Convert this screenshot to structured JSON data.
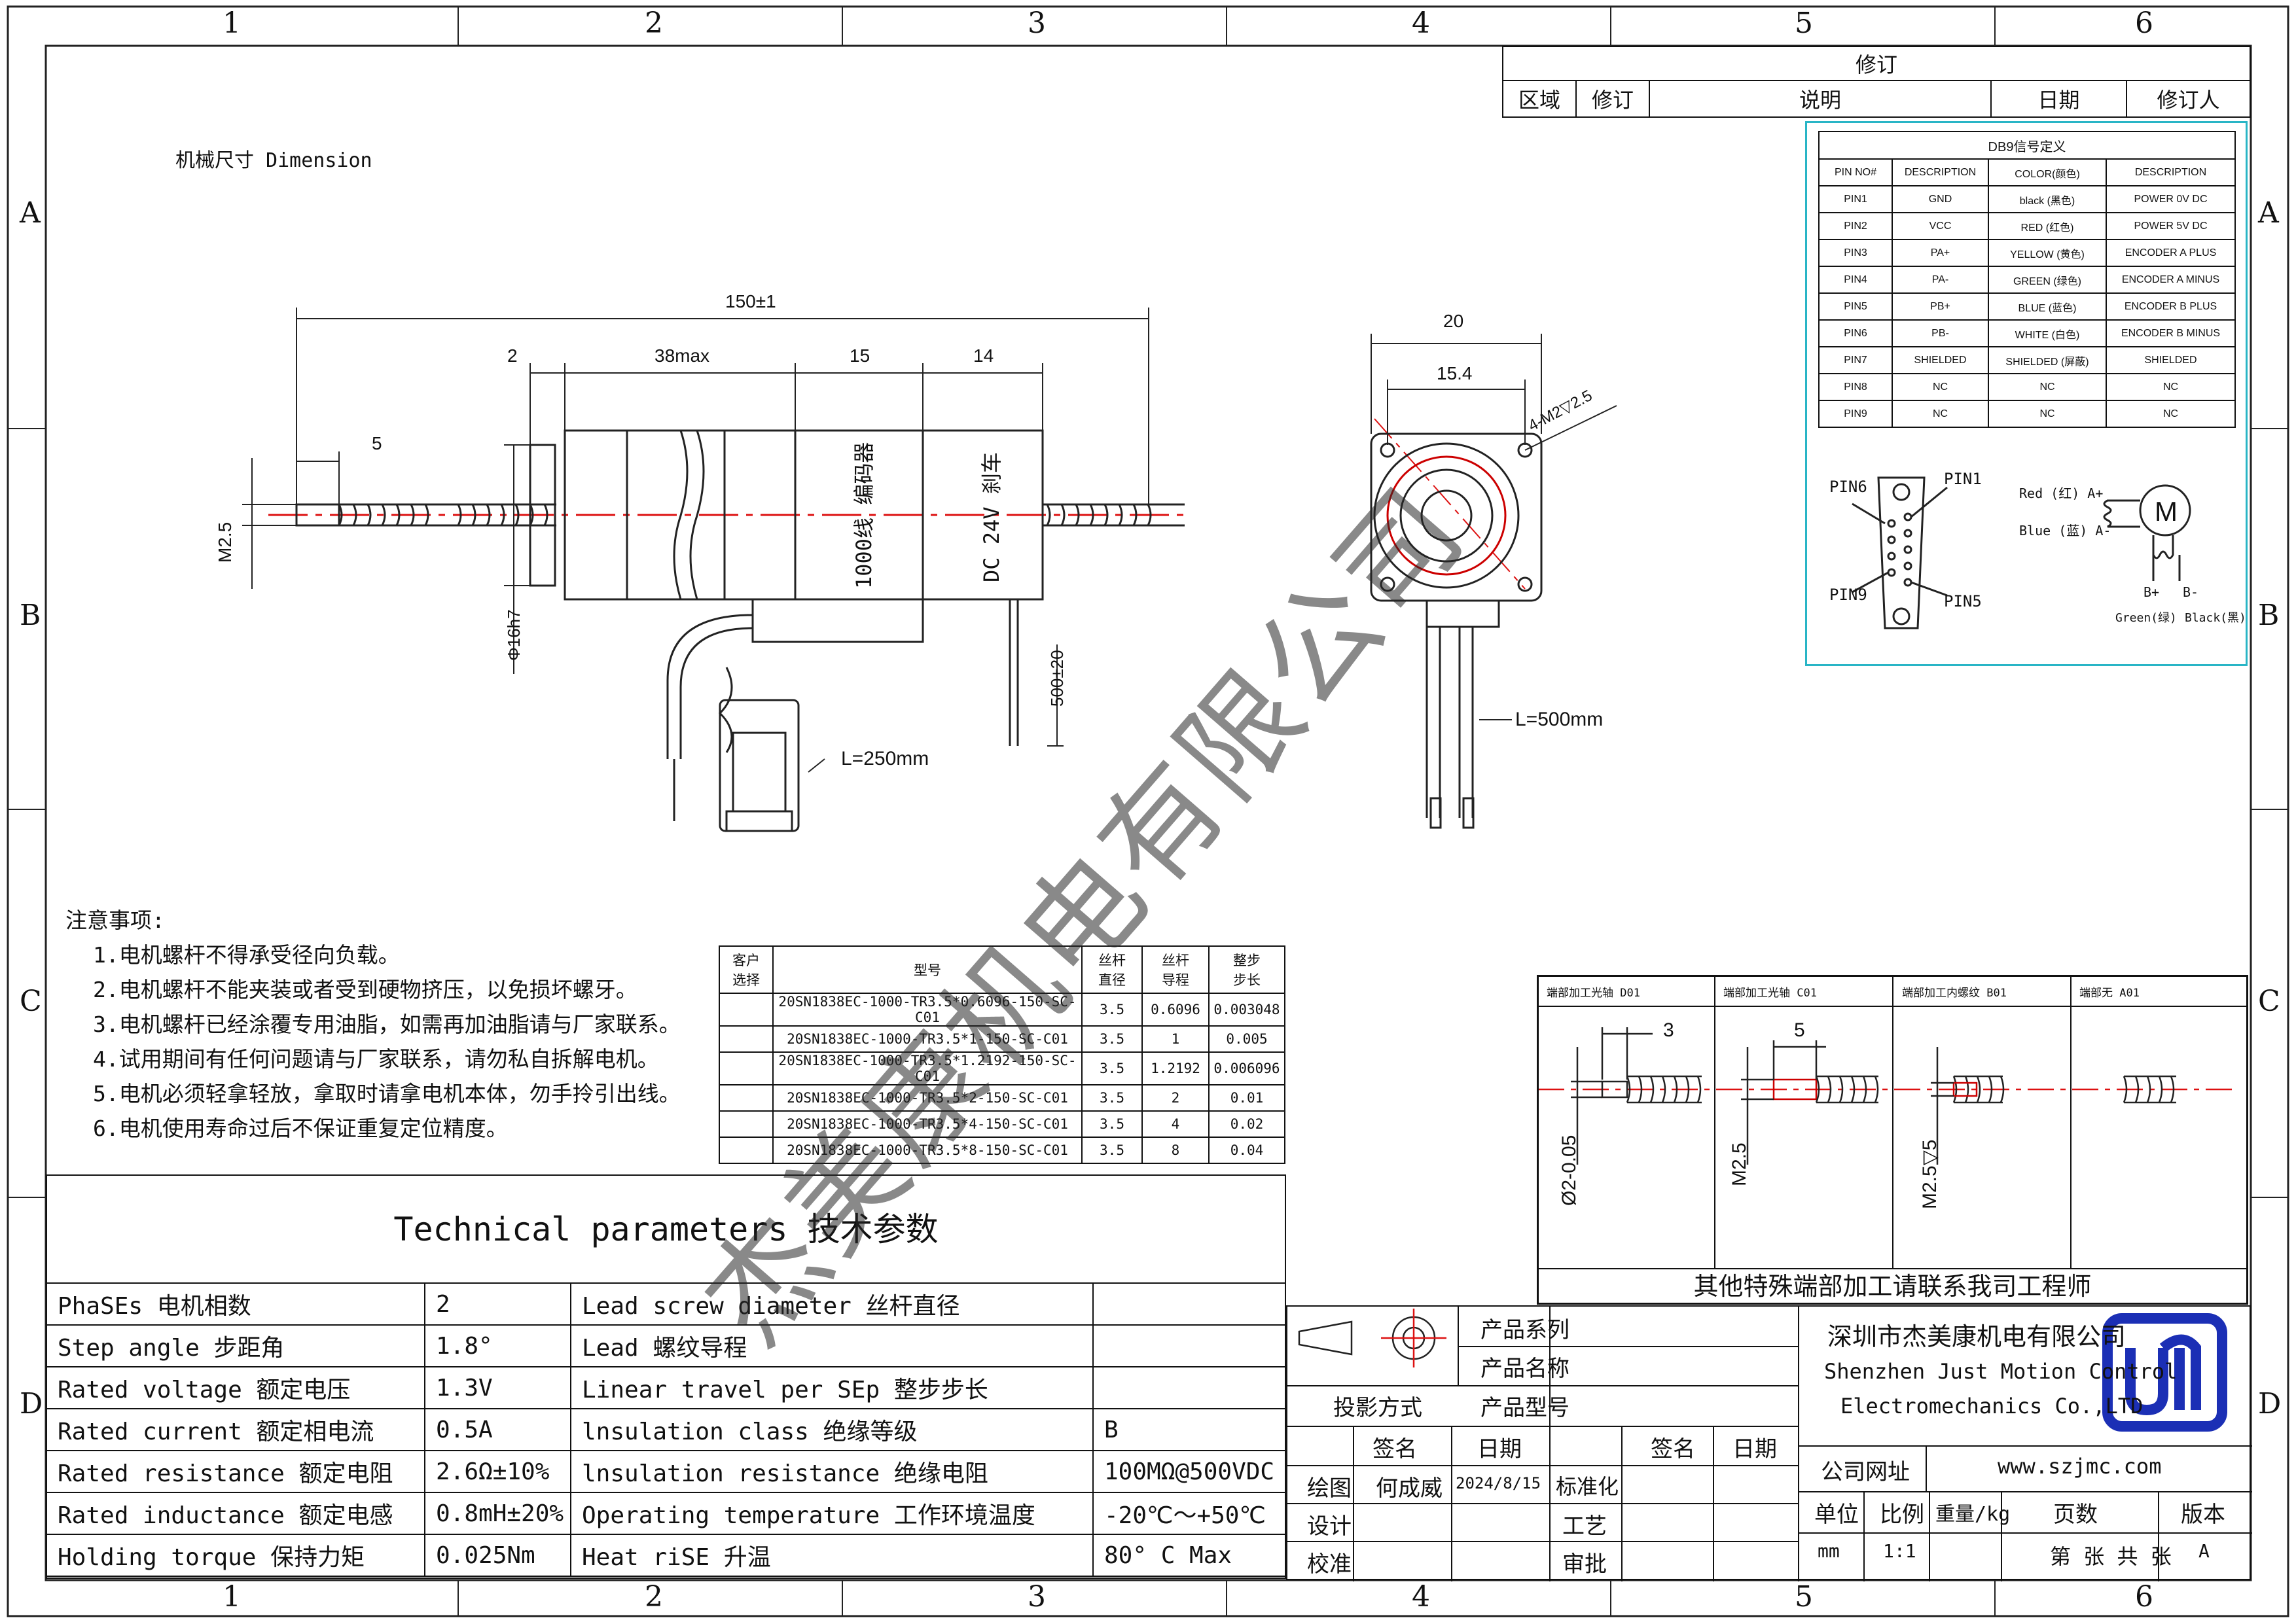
{
  "frame": {
    "column_numbers": [
      "1",
      "2",
      "3",
      "4",
      "5",
      "6"
    ],
    "row_letters": [
      "A",
      "B",
      "C",
      "D"
    ]
  },
  "revision": {
    "title": "修订",
    "headers": [
      "区域",
      "修订",
      "说明",
      "日期",
      "修订人"
    ]
  },
  "dimension_title": "机械尺寸 Dimension",
  "drawing": {
    "dims": {
      "overall": "150±1",
      "flange": "2",
      "body": "38max",
      "encoder": "15",
      "brake": "14",
      "tip": "5",
      "thread": "M2.5",
      "shaft_dia": "Φ16h7",
      "lead_len": "500±20",
      "cable_len": "L=250mm",
      "side_width": "20",
      "side_pcd": "15.4",
      "side_holes": "4-M2▽2.5",
      "side_cable": "L=500mm"
    },
    "encoder_label": "1000线 编码器",
    "brake_label": "DC 24V 刹车"
  },
  "db9": {
    "title": "DB9信号定义",
    "headers": [
      "PIN NO#",
      "DESCRIPTION",
      "COLOR(颜色)",
      "DESCRIPTION"
    ],
    "rows": [
      [
        "PIN1",
        "GND",
        "black (黑色)",
        "POWER 0V DC"
      ],
      [
        "PIN2",
        "VCC",
        "RED (红色)",
        "POWER 5V DC"
      ],
      [
        "PIN3",
        "PA+",
        "YELLOW (黄色)",
        "ENCODER A PLUS"
      ],
      [
        "PIN4",
        "PA-",
        "GREEN (绿色)",
        "ENCODER A MINUS"
      ],
      [
        "PIN5",
        "PB+",
        "BLUE (蓝色)",
        "ENCODER B PLUS"
      ],
      [
        "PIN6",
        "PB-",
        "WHITE (白色)",
        "ENCODER B MINUS"
      ],
      [
        "PIN7",
        "SHIELDED",
        "SHIELDED (屏蔽)",
        "SHIELDED"
      ],
      [
        "PIN8",
        "NC",
        "NC",
        "NC"
      ],
      [
        "PIN9",
        "NC",
        "NC",
        "NC"
      ]
    ],
    "connector_labels": {
      "pin6": "PIN6",
      "pin1": "PIN1",
      "pin9": "PIN9",
      "pin5": "PIN5"
    },
    "motor_labels": {
      "red": "Red (红) A+",
      "blue": "Blue (蓝) A-",
      "m": "M",
      "bplus": "B+",
      "bminus": "B-",
      "green": "Green(绿)",
      "black": "Black(黑)"
    }
  },
  "notes": {
    "title": "注意事项:",
    "items": [
      "1.电机螺杆不得承受径向负载。",
      "2.电机螺杆不能夹装或者受到硬物挤压，以免损坏螺牙。",
      "3.电机螺杆已经涂覆专用油脂，如需再加油脂请与厂家联系。",
      "4.试用期间有任何问题请与厂家联系，请勿私自拆解电机。",
      "5.电机必须轻拿轻放，拿取时请拿电机本体，勿手拎引出线。",
      "6.电机使用寿命过后不保证重复定位精度。"
    ]
  },
  "models": {
    "headers": [
      "客户\n选择",
      "型号",
      "丝杆\n直径",
      "丝杆\n导程",
      "整步\n步长"
    ],
    "rows": [
      [
        "",
        "20SN1838EC-1000-TR3.5*0.6096-150-SC-C01",
        "3.5",
        "0.6096",
        "0.003048"
      ],
      [
        "",
        "20SN1838EC-1000-TR3.5*1-150-SC-C01",
        "3.5",
        "1",
        "0.005"
      ],
      [
        "",
        "20SN1838EC-1000-TR3.5*1.2192-150-SC-C01",
        "3.5",
        "1.2192",
        "0.006096"
      ],
      [
        "",
        "20SN1838EC-1000-TR3.5*2-150-SC-C01",
        "3.5",
        "2",
        "0.01"
      ],
      [
        "",
        "20SN1838EC-1000-TR3.5*4-150-SC-C01",
        "3.5",
        "4",
        "0.02"
      ],
      [
        "",
        "20SN1838EC-1000-TR3.5*8-150-SC-C01",
        "3.5",
        "8",
        "0.04"
      ]
    ]
  },
  "ends": {
    "headers": [
      "端部加工光轴 D01",
      "端部加工光轴 C01",
      "端部加工内螺纹 B01",
      "端部无 A01"
    ],
    "dims": {
      "d01_len": "3",
      "d01_dia": "Ø2-0.05",
      "c01_len": "5",
      "c01_dia": "M2.5",
      "b01_dia": "M2.5▽5"
    },
    "footer": "其他特殊端部加工请联系我司工程师"
  },
  "tech": {
    "title": "Technical parameters 技术参数",
    "rows": [
      [
        "PhaSEs  电机相数",
        "2",
        "Lead screw diameter 丝杆直径",
        ""
      ],
      [
        "Step angle 步距角",
        "1.8°",
        "Lead 螺纹导程",
        ""
      ],
      [
        "Rated voltage 额定电压",
        "1.3V",
        "Linear travel per SEp 整步步长",
        ""
      ],
      [
        "Rated current 额定相电流",
        "0.5A",
        "lnsulation class 绝缘等级",
        "B"
      ],
      [
        "Rated resistance 额定电阻",
        "2.6Ω±10%",
        "lnsulation resistance 绝缘电阻",
        "100MΩ@500VDC"
      ],
      [
        "Rated inductance 额定电感",
        "0.8mH±20%",
        "Operating temperature 工作环境温度",
        "-20℃～+50℃"
      ],
      [
        "Holding torque 保持力矩",
        "0.025Nm",
        "Heat riSE 升温",
        "80° C Max"
      ]
    ]
  },
  "title_block": {
    "projection": "投影方式",
    "product_series": "产品系列",
    "product_name": "产品名称",
    "product_model": "产品型号",
    "sign": "签名",
    "date": "日期",
    "draw": "绘图",
    "drawer": "何成威",
    "draw_date": "2024/8/15",
    "design": "设计",
    "check": "校准",
    "standard": "标准化",
    "process": "工艺",
    "approve": "审批",
    "sign2": "签名",
    "date2": "日期",
    "company_cn": "深圳市杰美康机电有限公司",
    "company_en1": "Shenzhen Just Motion Control",
    "company_en2": "Electromechanics Co.,LTD",
    "website_label": "公司网址",
    "website": "www.szjmc.com",
    "unit": "单位",
    "scale": "比例",
    "weight": "重量/kg",
    "pages": "页数",
    "version": "版本",
    "unit_val": "mm",
    "scale_val": "1:1",
    "pages_val": "第 张 共 张",
    "version_val": "A",
    "logo_color": "#1b2fb5"
  },
  "watermark": "杰美康机电有限公司"
}
